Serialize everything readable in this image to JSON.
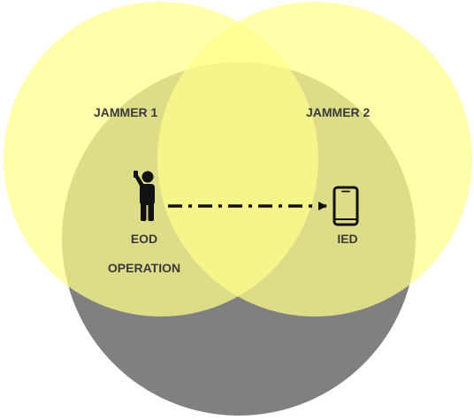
{
  "labels": {
    "jammer1": "JAMMER 1",
    "jammer2": "JAMMER 2",
    "eod_line1": "EOD",
    "eod_line2": "OPERATION",
    "ied": "IED"
  },
  "colors": {
    "jammer_fill": "#ffff8c",
    "jammer_opacity": 0.72,
    "operation_area": "#808080",
    "text": "#3a3a3a",
    "icon": "#111111",
    "link_line": "#111111"
  },
  "icons": {
    "operator": "person-on-phone-icon",
    "device": "smartphone-icon"
  },
  "link": {
    "style": "dash-dot",
    "direction": "operator-to-device"
  }
}
